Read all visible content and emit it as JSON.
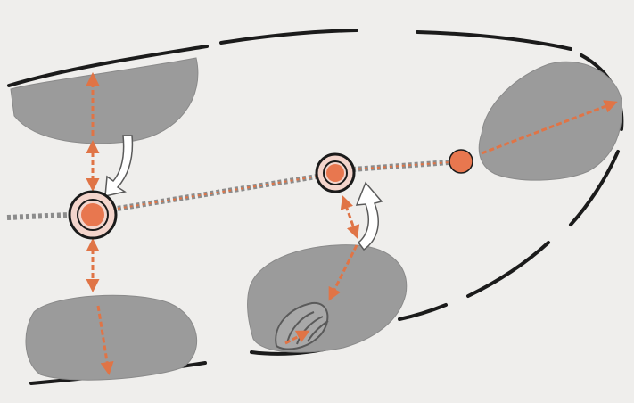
{
  "colors": {
    "background": "#efeeec",
    "blob_fill": "#9b9b9b",
    "outline": "#1b1b1b",
    "arrow": "#e07446",
    "node_fill": "#e8774f",
    "node_ring": "#f4d5cc",
    "open_arrow": "#ffffff"
  },
  "elements": {
    "blobs": [
      "upper-left-blob",
      "lower-left-blob",
      "lower-middle-blob",
      "right-blob"
    ],
    "nodes": [
      "left-node",
      "middle-node",
      "right-small-node"
    ],
    "arrows": [
      "double-headed-arrow",
      "hollow-curved-arrow"
    ]
  }
}
